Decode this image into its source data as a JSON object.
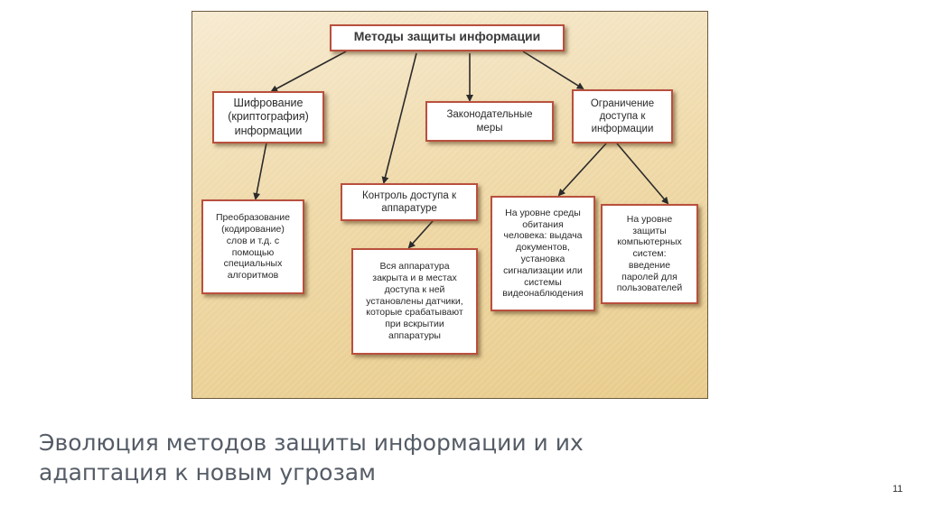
{
  "diagram": {
    "root": "Методы защиты информации",
    "encryption": "Шифрование\n(криптография)\nинформации",
    "legislative": "Законодательные\nмеры",
    "access_limit": "Ограничение\nдоступа к\nинформации",
    "hardware_control": "Контроль доступа к\nаппаратуре",
    "transformation": "Преобразование\n(кодирование)\nслов и т.д. с\nпомощью\nспециальных\nалгоритмов",
    "sensors": "Вся аппаратура\nзакрыта и в местах\nдоступа к ней\nустановлены датчики,\nкоторые срабатывают\nпри вскрытии\nаппаратуры",
    "environment_level": "На уровне среды\nобитания\nчеловека: выдача\nдокументов,\nустановка\nсигнализации или\nсистемы\nвидеонаблюдения",
    "computer_level": "На уровне\nзащиты\nкомпьютерных\nсистем:\nвведение\nпаролей для\nпользователей"
  },
  "caption": "Эволюция методов защиты информации и их\nадаптация к новым угрозам",
  "page_number": "11"
}
